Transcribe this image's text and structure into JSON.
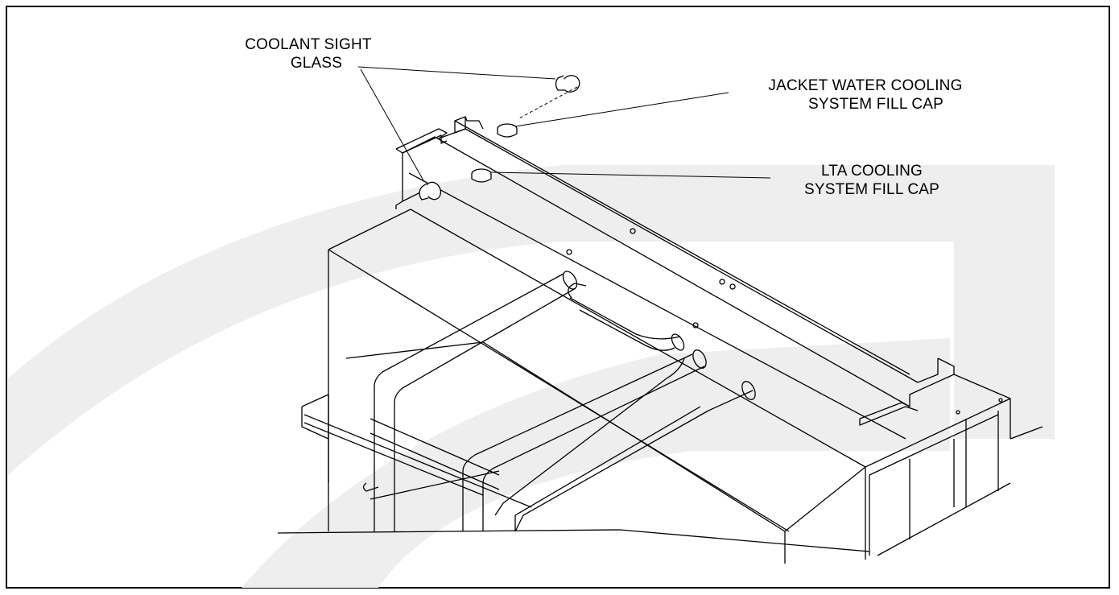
{
  "figure": {
    "labels": {
      "coolant_sight_glass": [
        "COOLANT SIGHT",
        "GLASS"
      ],
      "jacket_water_fill_cap": [
        "JACKET WATER COOLING",
        "SYSTEM FILL CAP"
      ],
      "lta_fill_cap": [
        "LTA COOLING",
        "SYSTEM FILL CAP"
      ]
    }
  }
}
